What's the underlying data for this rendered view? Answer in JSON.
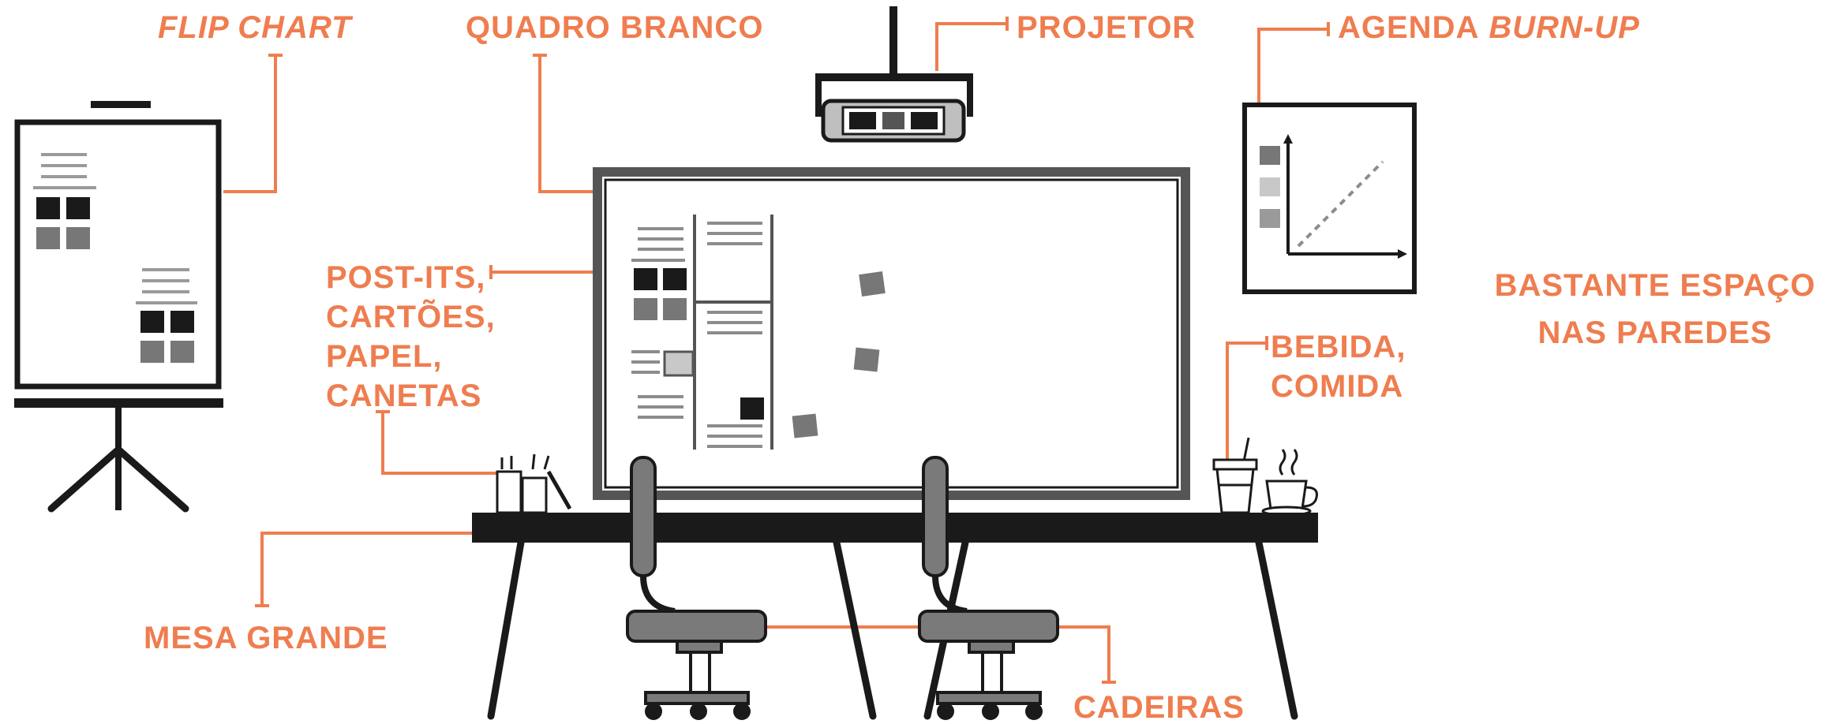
{
  "colors": {
    "accent": "#ef7d4f",
    "ink": "#1a1a1a",
    "gray": "#8c8c8c",
    "light_gray": "#c8c8c8",
    "background": "#ffffff"
  },
  "labels": {
    "flip_chart": "FLIP CHART",
    "quadro_branco": "QUADRO BRANCO",
    "projetor": "PROJETOR",
    "agenda_prefix": "AGENDA",
    "agenda_suffix": "BURN-UP",
    "post_its_lines": [
      "POST-ITS,",
      "CARTÕES,",
      "PAPEL,",
      "CANETAS"
    ],
    "bastante_lines": [
      "BASTANTE ESPAÇO",
      "NAS PAREDES"
    ],
    "bebida_lines": [
      "BEBIDA,",
      "COMIDA"
    ],
    "mesa_grande": "MESA GRANDE",
    "cadeiras": "CADEIRAS"
  },
  "icons": [
    "flip-chart-icon",
    "whiteboard-icon",
    "projector-icon",
    "burn-up-chart-icon",
    "table-icon",
    "chair-icon",
    "pen-holder-icon",
    "cup-icon",
    "coffee-mug-icon",
    "sticky-note-icon"
  ]
}
